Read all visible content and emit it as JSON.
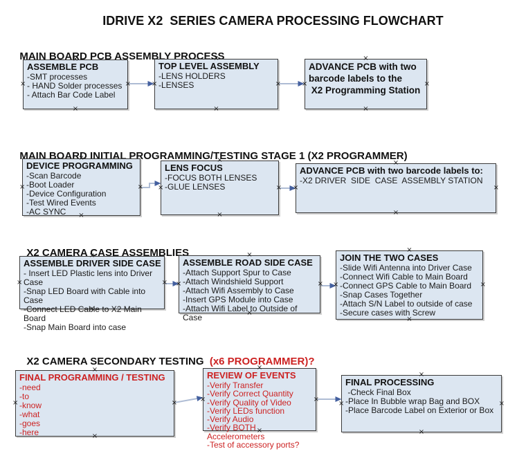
{
  "title": "IDRIVE X2  SERIES CAMERA PROCESSING FLOWCHART",
  "glyphs": {
    "handle": "×"
  },
  "colors": {
    "box_fill": "#dce6f1",
    "box_border": "#3a3a3a",
    "red_text": "#cc2222",
    "arrow_shaft": "#aebcd4",
    "arrow_head": "#44609f"
  },
  "sections": [
    {
      "header": "MAIN BOARD PCB ASSEMBLY PROCESS",
      "boxes": [
        {
          "title": "ASSEMBLE PCB",
          "items": [
            "-SMT processes",
            "- HAND Solder processes",
            "- Attach Bar Code Label"
          ]
        },
        {
          "title": "TOP LEVEL ASSEMBLY",
          "items": [
            "-LENS HOLDERS",
            "-LENSES"
          ]
        },
        {
          "title": "ADVANCE PCB with two\nbarcode labels to the\n X2 Programming Station",
          "items": []
        }
      ]
    },
    {
      "header": "MAIN BOARD INITIAL PROGRAMMING/TESTING STAGE 1 (X2 PROGRAMMER)",
      "boxes": [
        {
          "title": "DEVICE PROGRAMMING",
          "items": [
            "-Scan Barcode",
            "-Boot Loader",
            "-Device Configuration",
            "-Test Wired Events",
            "-AC SYNC"
          ]
        },
        {
          "title": "LENS FOCUS",
          "items": [
            "-FOCUS BOTH LENSES",
            "-GLUE LENSES"
          ]
        },
        {
          "title": "ADVANCE PCB with two barcode labels to:",
          "items": [
            "-X2 DRIVER  SIDE  CASE  ASSEMBLY STATION"
          ]
        }
      ]
    },
    {
      "header": "X2 CAMERA CASE ASSEMBLIES",
      "boxes": [
        {
          "title": "ASSEMBLE DRIVER SIDE CASE",
          "items": [
            "- Insert LED Plastic lens into Driver Case",
            "-Snap LED Board with Cable into Case",
            "-Connect LED Cable to X2 Main Board",
            "-Snap Main Board into case"
          ]
        },
        {
          "title": "ASSEMBLE ROAD SIDE CASE",
          "items": [
            "-Attach Support Spur to Case",
            "-Attach Windshield Support",
            "-Attach Wifi Assembly to Case",
            "-Insert GPS Module into Case",
            "-Attach Wifi Label to Outside of Case"
          ]
        },
        {
          "title": "JOIN THE TWO CASES",
          "items": [
            "-Slide Wifi Antenna into Driver Case",
            "-Connect Wifi Cable to Main Board",
            "-Connect GPS Cable to Main Board",
            "-Snap Cases Together",
            "-Attach S/N Label to outside of case",
            "-Secure cases with Screw"
          ]
        }
      ]
    },
    {
      "header": "X2 CAMERA SECONDARY TESTING  ",
      "header_red": "(x6 PROGRAMMER)?",
      "boxes": [
        {
          "title": "FINAL PROGRAMMING / TESTING",
          "items": [
            "-need",
            "-to",
            "-know",
            "-what",
            "-goes",
            "-here"
          ]
        },
        {
          "title": "REVIEW OF EVENTS",
          "items": [
            "-Verify Transfer",
            "-Verify Correct Quantity",
            "-Verify Quality of Video",
            "-Verify LEDs function",
            "-Verify Audio",
            "-Verify BOTH Accelerometers",
            "-Test of accessory ports?"
          ]
        },
        {
          "title": "FINAL PROCESSING",
          "items": [
            " -Check Final Box",
            "-Place In Bubble wrap Bag and BOX",
            "-Place Barcode Label on Exterior or Box"
          ]
        }
      ]
    }
  ]
}
